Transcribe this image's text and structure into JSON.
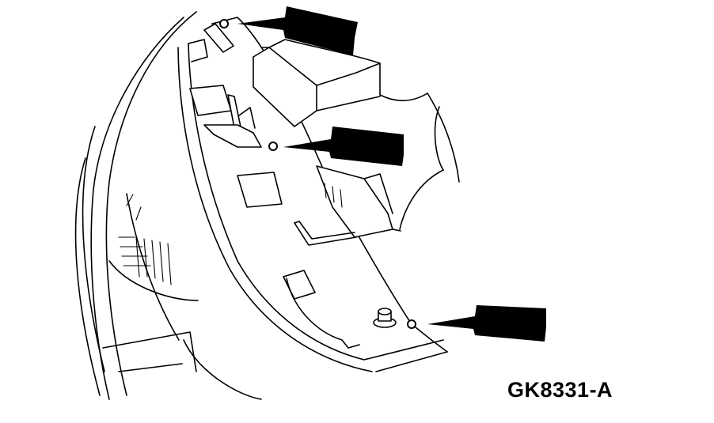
{
  "figure": {
    "id_label": "GK8331-A",
    "line_color": "#000000",
    "background": "#ffffff",
    "callouts": [
      {
        "name": "fastener-callout-upper",
        "icon": "arrow-left-icon"
      },
      {
        "name": "fastener-callout-middle",
        "icon": "arrow-left-icon"
      },
      {
        "name": "fastener-callout-lower",
        "icon": "arrow-left-icon"
      }
    ]
  }
}
